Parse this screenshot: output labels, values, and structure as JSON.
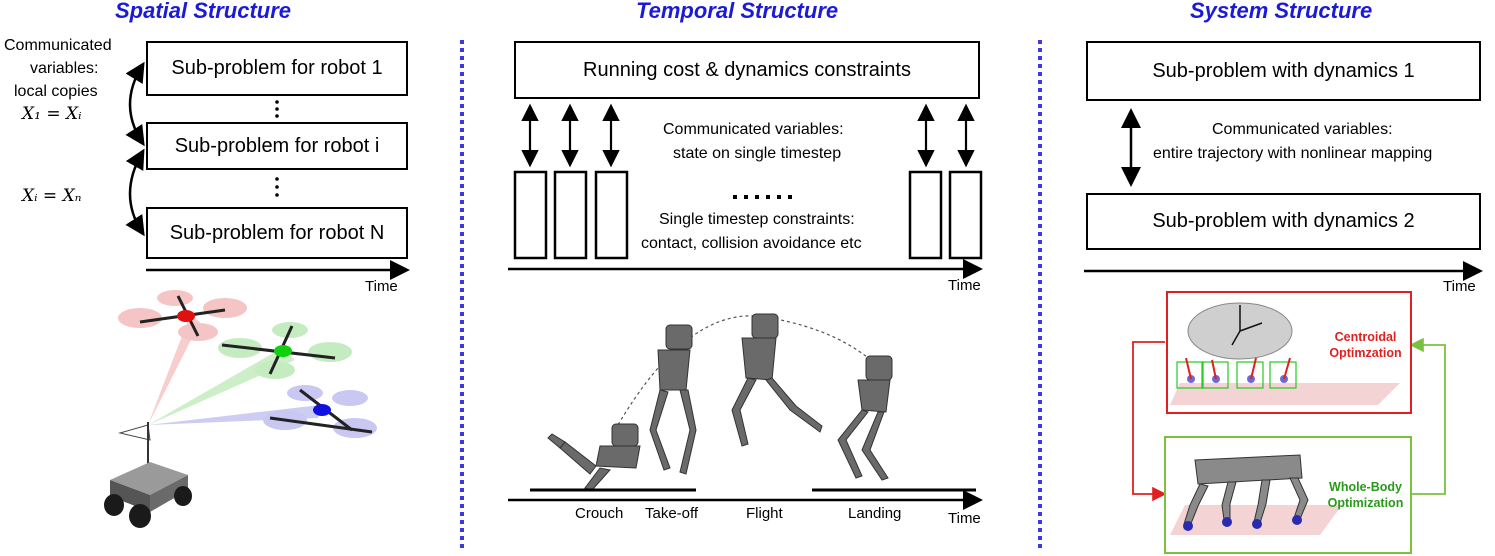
{
  "spatial": {
    "title": "Spatial Structure",
    "comm_label_line1": "Communicated",
    "comm_label_line2": "variables:",
    "comm_label_line3": "local copies",
    "eq1": "X₁ = Xᵢ",
    "eq2": "Xᵢ = Xₙ",
    "boxes": [
      "Sub-problem for robot 1",
      "Sub-problem for robot i",
      "Sub-problem for robot N"
    ],
    "time_label": "Time"
  },
  "temporal": {
    "title": "Temporal Structure",
    "top_box": "Running cost & dynamics constraints",
    "comm_line1": "Communicated variables:",
    "comm_line2": "state on single timestep",
    "constraint_line1": "Single timestep constraints:",
    "constraint_line2": "contact, collision avoidance etc",
    "time_label": "Time",
    "phases": [
      "Crouch",
      "Take-off",
      "Flight",
      "Landing"
    ]
  },
  "system": {
    "title": "System Structure",
    "box1": "Sub-problem with dynamics 1",
    "box2": "Sub-problem with dynamics 2",
    "comm_line1": "Communicated variables:",
    "comm_line2": "entire trajectory with nonlinear mapping",
    "time_label": "Time",
    "centroidal_line1": "Centroidal",
    "centroidal_line2": "Optimzation",
    "wholebody_line1": "Whole-Body",
    "wholebody_line2": "Optimization"
  },
  "colors": {
    "title": "#1a1ad8",
    "divider": "#3a3ae0",
    "red": "#e02020",
    "green": "#7cc040",
    "green_text": "#2a9a1a"
  }
}
